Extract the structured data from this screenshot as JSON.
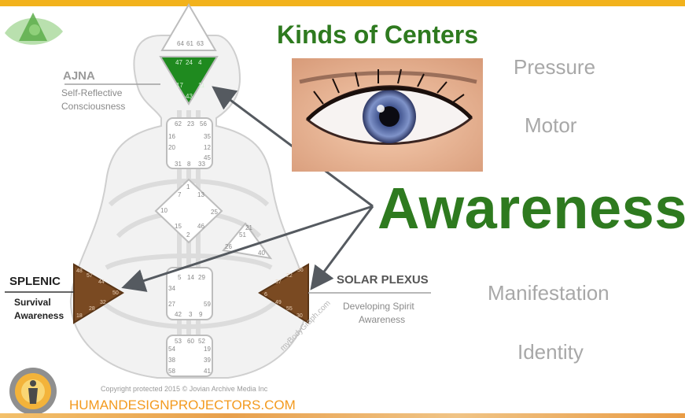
{
  "page": {
    "title": "Kinds of Centers",
    "highlight_word": "Awareness",
    "footer_link": "HUMANDESIGNPROJECTORS.COM",
    "copyright": "Copyright protected 2015 © Jovian Archive Media Inc",
    "watermark": "myBodyGraph.com"
  },
  "kinds": [
    "Pressure",
    "Motor",
    "Manifestation",
    "Identity"
  ],
  "labels": {
    "ajna": {
      "title": "AJNA",
      "line1": "Self-Reflective",
      "line2": "Consciousness"
    },
    "splenic": {
      "title": "SPLENIC",
      "line1": "Survival",
      "line2": "Awareness"
    },
    "solar_plexus": {
      "title": "SOLAR PLEXUS",
      "line1": "Developing Spirit",
      "line2": "Awareness"
    }
  },
  "gates": {
    "head": [
      "64",
      "61",
      "63"
    ],
    "ajna_top": [
      "47",
      "24",
      "4"
    ],
    "ajna_mid": [
      "17",
      "11"
    ],
    "ajna_bottom": [
      "43"
    ],
    "throat_top": [
      "62",
      "23",
      "56"
    ],
    "throat_left": [
      "16",
      "20"
    ],
    "throat_right": [
      "35",
      "12",
      "45"
    ],
    "throat_bottom": [
      "31",
      "8",
      "33"
    ],
    "g_top": [
      "1"
    ],
    "g_upper": [
      "7",
      "13"
    ],
    "g_mid": [
      "10",
      "25"
    ],
    "g_lower": [
      "15",
      "46"
    ],
    "g_bottom": [
      "2"
    ],
    "heart": [
      "21",
      "51",
      "26",
      "40"
    ],
    "sacral_top": [
      "5",
      "14",
      "29"
    ],
    "sacral_left": [
      "34",
      "27"
    ],
    "sacral_right": [
      "59"
    ],
    "sacral_bottom": [
      "42",
      "3",
      "9"
    ],
    "root_top": [
      "53",
      "60",
      "52"
    ],
    "root_left": [
      "54",
      "38",
      "58"
    ],
    "root_right": [
      "19",
      "39",
      "41"
    ],
    "spleen": [
      "48",
      "57",
      "44",
      "50",
      "32",
      "28",
      "18"
    ],
    "solar": [
      "36",
      "22",
      "37",
      "6",
      "49",
      "55",
      "30"
    ]
  },
  "colors": {
    "title_green": "#2e7a1f",
    "ajna_green": "#1f8a1f",
    "center_brown": "#7a4a22",
    "kind_gray": "#a8a8a8",
    "accent_orange": "#f39a1e",
    "top_bar": "#f2b21c"
  }
}
